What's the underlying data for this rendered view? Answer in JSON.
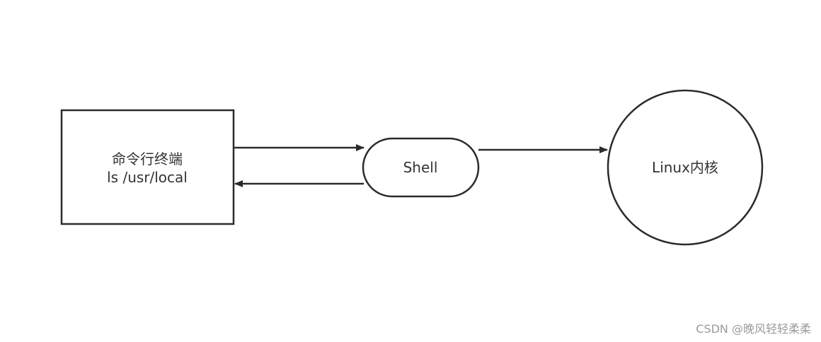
{
  "diagram": {
    "terminal": {
      "line1": "命令行终端",
      "line2": "ls /usr/local"
    },
    "shell": {
      "label": "Shell"
    },
    "kernel": {
      "label": "Linux内核"
    }
  },
  "watermark": {
    "text": "CSDN @晚风轻轻柔柔"
  },
  "colors": {
    "stroke": "#2b2b2b",
    "text": "#333333",
    "watermark": "#9a9a9a"
  }
}
